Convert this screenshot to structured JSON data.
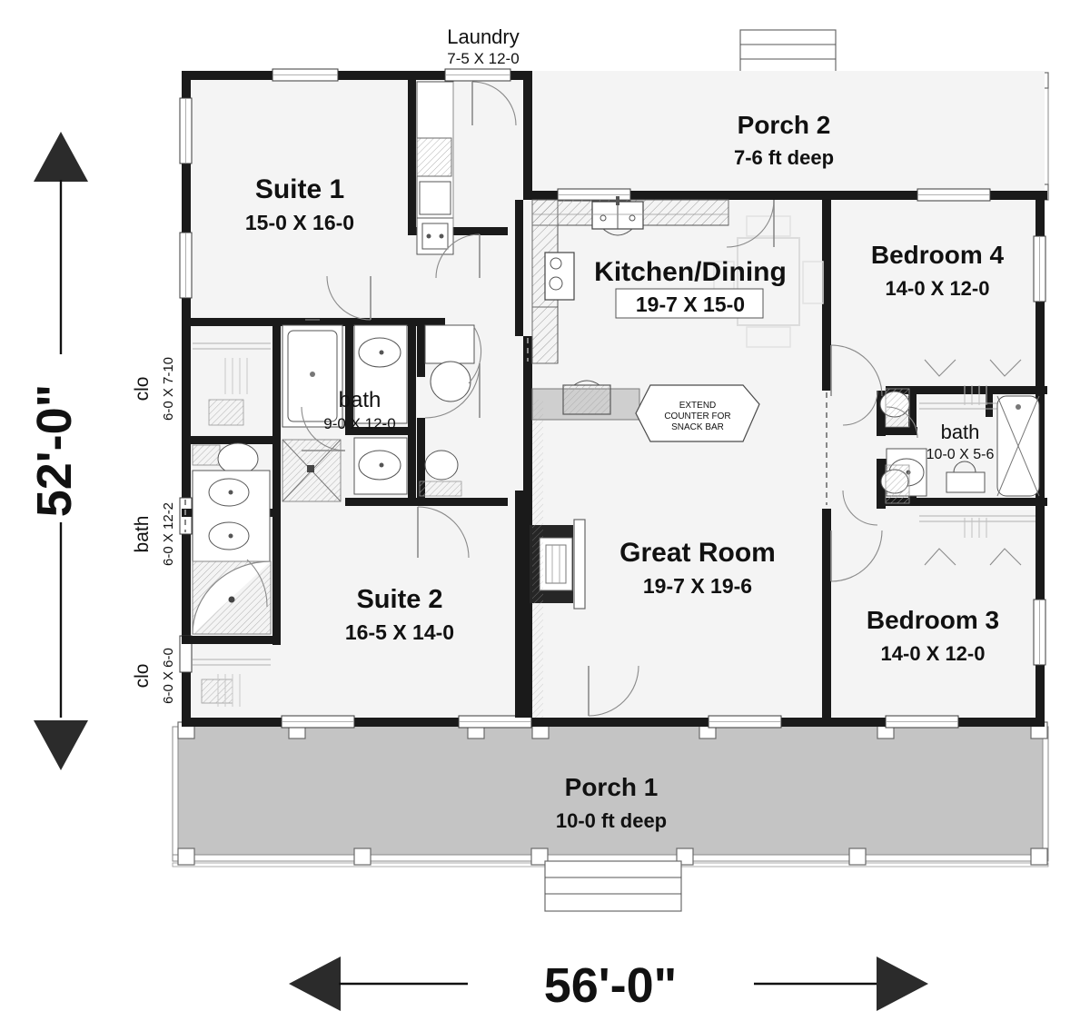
{
  "plan": {
    "overall_width_label": "56'-0\"",
    "overall_depth_label": "52'-0\"",
    "rooms": [
      {
        "key": "suite1",
        "name": "Suite 1",
        "dim": "15-0 X 16-0"
      },
      {
        "key": "laundry",
        "name": "Laundry",
        "dim": "7-5 X 12-0"
      },
      {
        "key": "porch2",
        "name": "Porch 2",
        "dim": "7-6 ft deep"
      },
      {
        "key": "kitchen",
        "name": "Kitchen/Dining",
        "dim": "19-7 X 15-0"
      },
      {
        "key": "bed4",
        "name": "Bedroom 4",
        "dim": "14-0 X 12-0"
      },
      {
        "key": "bath_m",
        "name": "bath",
        "dim": "9-0 X 12-0"
      },
      {
        "key": "bath_r",
        "name": "bath",
        "dim": "10-0 X 5-6"
      },
      {
        "key": "great",
        "name": "Great Room",
        "dim": "19-7 X 19-6"
      },
      {
        "key": "suite2",
        "name": "Suite 2",
        "dim": "16-5 X 14-0"
      },
      {
        "key": "bed3",
        "name": "Bedroom 3",
        "dim": "14-0 X 12-0"
      },
      {
        "key": "porch1",
        "name": "Porch 1",
        "dim": "10-0 ft deep"
      },
      {
        "key": "clo_top",
        "name": "clo",
        "dim": "6-0 X 7-10"
      },
      {
        "key": "bath_l",
        "name": "bath",
        "dim": "6-0 X 12-2"
      },
      {
        "key": "clo_bot",
        "name": "clo",
        "dim": "6-0 X 6-0"
      }
    ],
    "notes": {
      "snack_bar_line1": "EXTEND",
      "snack_bar_line2": "COUNTER FOR",
      "snack_bar_line3": "SNACK BAR"
    },
    "colors": {
      "wall": "#1a1a1a",
      "room_fill": "#f4f4f4",
      "porch_fill": "#c4c4c4",
      "background": "#ffffff",
      "text": "#111111"
    }
  }
}
